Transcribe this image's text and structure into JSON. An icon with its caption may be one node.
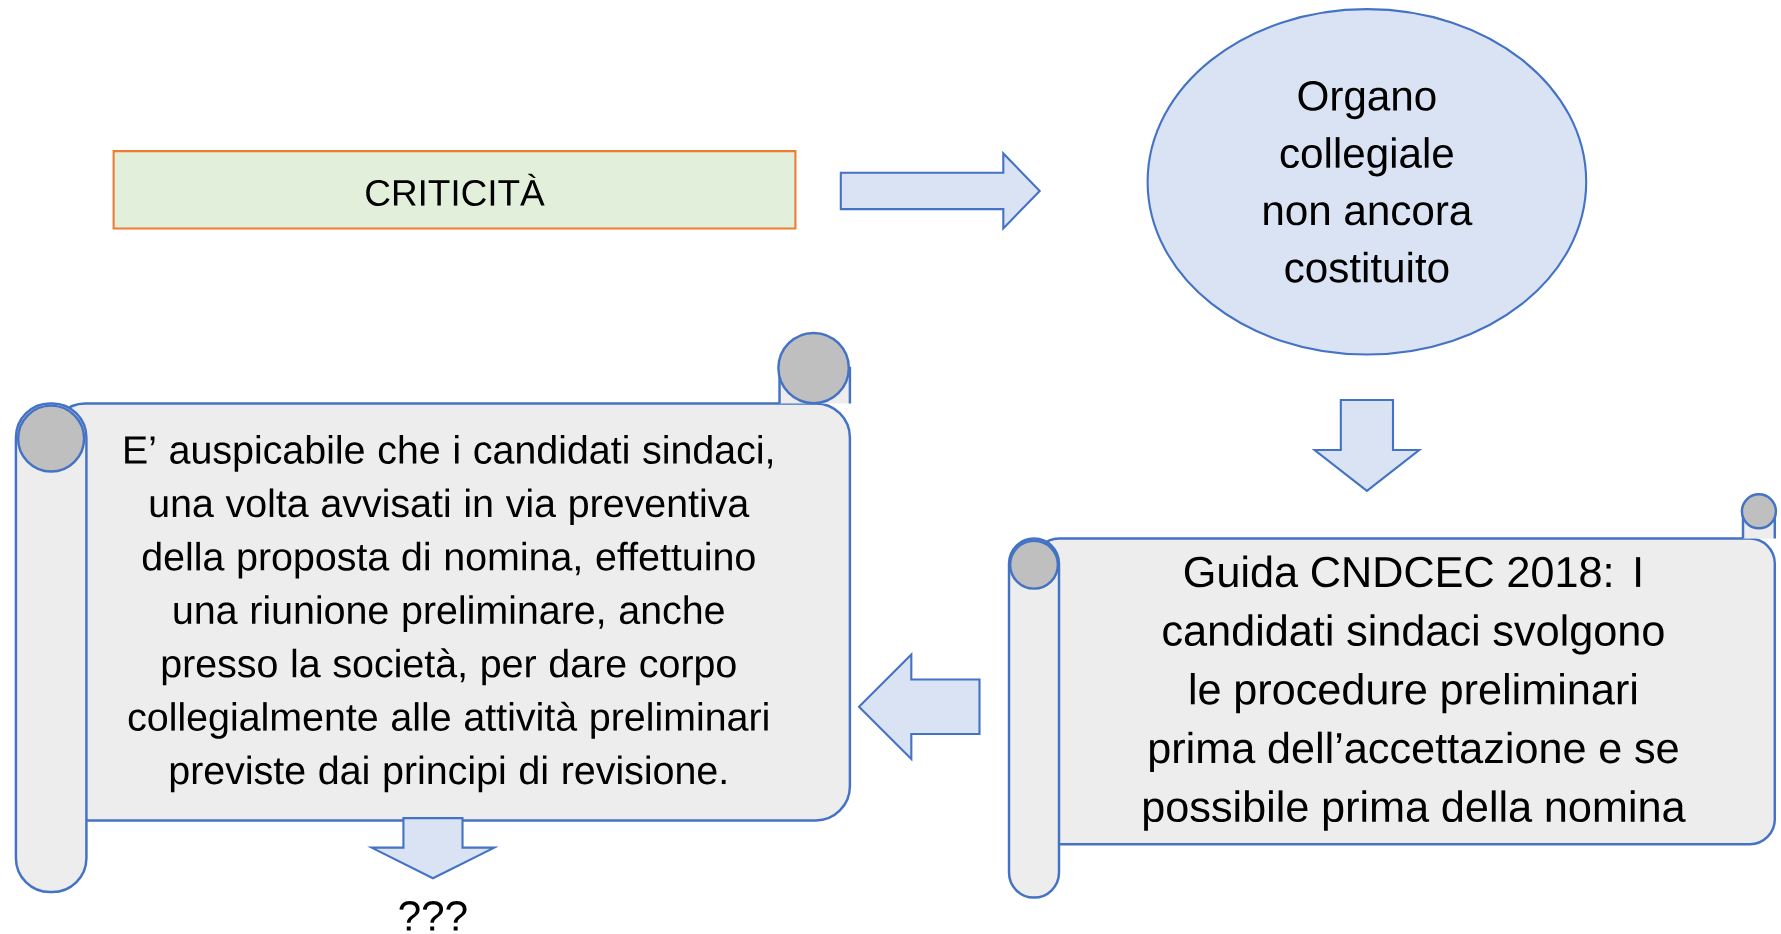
{
  "diagram": {
    "nodes": [
      {
        "text": [
          "CRITICITÀ"
        ]
      },
      {
        "text": [
          "Organo collegiale non ancora costituito"
        ]
      },
      {
        "text": [
          "Guida CNDCEC 2018: I candidati sindaci svolgono le procedure preliminari prima dell’accettazione e se possibile prima della nomina"
        ]
      },
      {
        "text": [
          "E’ auspicabile che i candidati sindaci, una volta avvisati in via preventiva della proposta di nomina, effettuino una riunione preliminare, anche presso la società, per dare corpo collegialmente alle attività preliminari previste dai principi di revisione."
        ]
      },
      {
        "text": [
          "???"
        ]
      }
    ],
    "edges": [
      {
        "from": 0,
        "to": 1,
        "arrow": "to"
      },
      {
        "from": 1,
        "to": 2,
        "arrow": "to"
      },
      {
        "from": 2,
        "to": 3,
        "arrow": "to"
      },
      {
        "from": 3,
        "to": 4,
        "arrow": "to"
      }
    ]
  }
}
